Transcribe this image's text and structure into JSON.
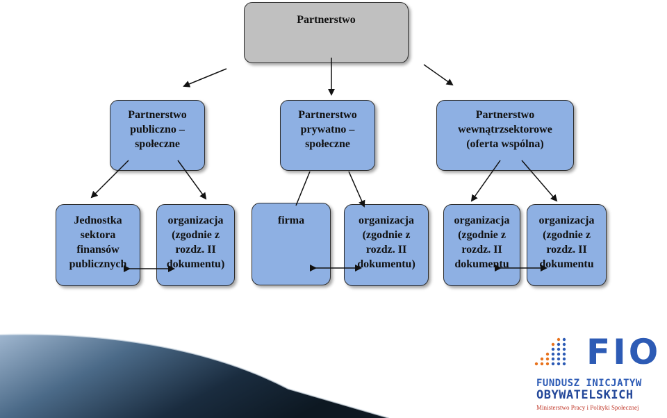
{
  "diagram": {
    "root": "Partnerstwo",
    "level1": [
      "Partnerstwo\npubliczno –\nspołeczne",
      "Partnerstwo\nprywatno –\nspołeczne",
      "Partnerstwo\nwewnątrzsektorowe\n(oferta wspólna)"
    ],
    "level2": [
      "Jednostka\nsektora\nfinansów\npublicznych",
      "organizacja\n(zgodnie z\nrozdz. II\ndokumentu)",
      "firma",
      "organizacja\n(zgodnie z\nrozdz. II\ndokumentu)",
      "organizacja\n(zgodnie z\nrozdz. II\ndokumentu",
      "organizacja\n(zgodnie z\nrozdz. II\ndokumentu"
    ]
  },
  "logo": {
    "mark": "FIO",
    "line1": "FUNDUSZ INICJATYW",
    "line2": "OBYWATELSKICH",
    "ministry": "Ministerstwo Pracy i Polityki Społecznej",
    "colors": {
      "primary": "#2d5bb5",
      "accent": "#e8731e",
      "ministry": "#c0392b"
    }
  },
  "colors": {
    "box": "#8eb0e3",
    "root": "#c0c0c0",
    "ribbon": "#1f3347"
  }
}
